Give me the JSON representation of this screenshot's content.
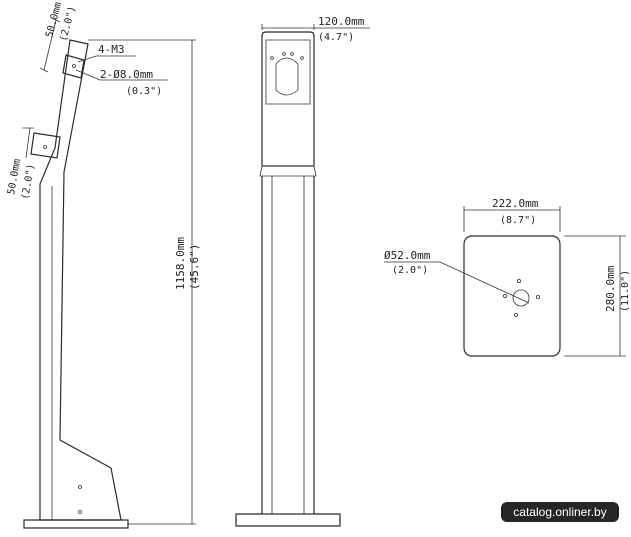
{
  "side_view": {
    "dim_top_bracket_mm": "50.0mm",
    "dim_top_bracket_in": "(2.0\")",
    "dim_mid_bracket_mm": "50.0mm",
    "dim_mid_bracket_in": "(2.0\")",
    "callout_screws": "4-M3",
    "callout_hole_mm": "2-Ø8.0mm",
    "callout_hole_in": "(0.3\")",
    "dim_height_mm": "1158.0mm",
    "dim_height_in": "(45.6\")"
  },
  "front_view": {
    "dim_width_mm": "120.0mm",
    "dim_width_in": "(4.7\")"
  },
  "base_view": {
    "dim_width_mm": "222.0mm",
    "dim_width_in": "(8.7\")",
    "dim_depth_mm": "280.0mm",
    "dim_depth_in": "(11.0\")",
    "dim_hole_mm": "Ø52.0mm",
    "dim_hole_in": "(2.0\")"
  },
  "watermark": "catalog.onliner.by",
  "colors": {
    "line": "#2b2b2b",
    "background": "#ffffff",
    "watermark_bg": "#000000"
  }
}
